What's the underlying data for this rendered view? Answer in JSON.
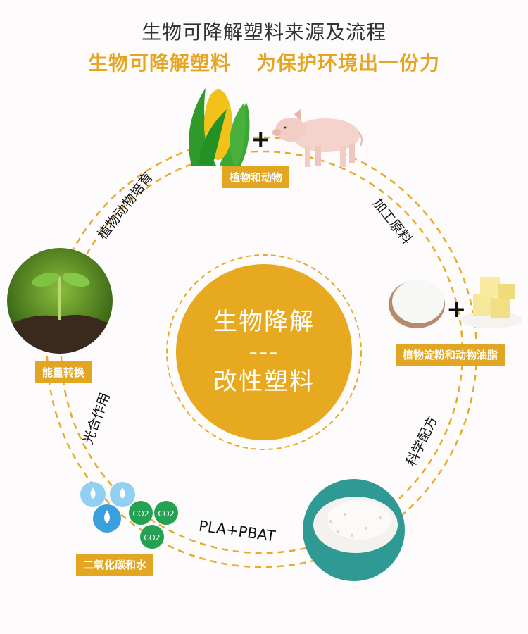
{
  "header": {
    "title": "生物可降解塑料来源及流程",
    "subtitle_left": "生物可降解塑料",
    "subtitle_right": "为保护环境出一份力"
  },
  "center": {
    "line1": "生物降解",
    "separator": "---",
    "line2": "改性塑料"
  },
  "nodes": [
    {
      "id": "plants-animals",
      "tag": "植物和动物",
      "images": [
        "corn",
        "pig"
      ],
      "connector": "+"
    },
    {
      "id": "starch-fat",
      "tag": "植物淀粉和动物油脂",
      "images": [
        "starch-powder",
        "butter"
      ],
      "connector": "+"
    },
    {
      "id": "pellets",
      "tag": "",
      "images": [
        "plastic-pellets"
      ]
    },
    {
      "id": "co2-water",
      "tag": "二氧化碳和水",
      "images": [
        "water-drops",
        "co2-bubbles"
      ],
      "co2_label": "CO2"
    },
    {
      "id": "energy",
      "tag": "能量转换",
      "images": [
        "seedling"
      ]
    }
  ],
  "arc_labels": {
    "top_left": "植物动物培育",
    "top_right": "加工原料",
    "bottom_right": "科学配方",
    "bottom": "PLA+PBAT",
    "bottom_left": "光合作用"
  },
  "colors": {
    "accent": "#e6a91f",
    "tag_bg": "#e2a622",
    "title": "#333333",
    "co2_green": "#24a152",
    "water_blue": "#4aaee6",
    "pellet_teal": "#2f9a93"
  }
}
